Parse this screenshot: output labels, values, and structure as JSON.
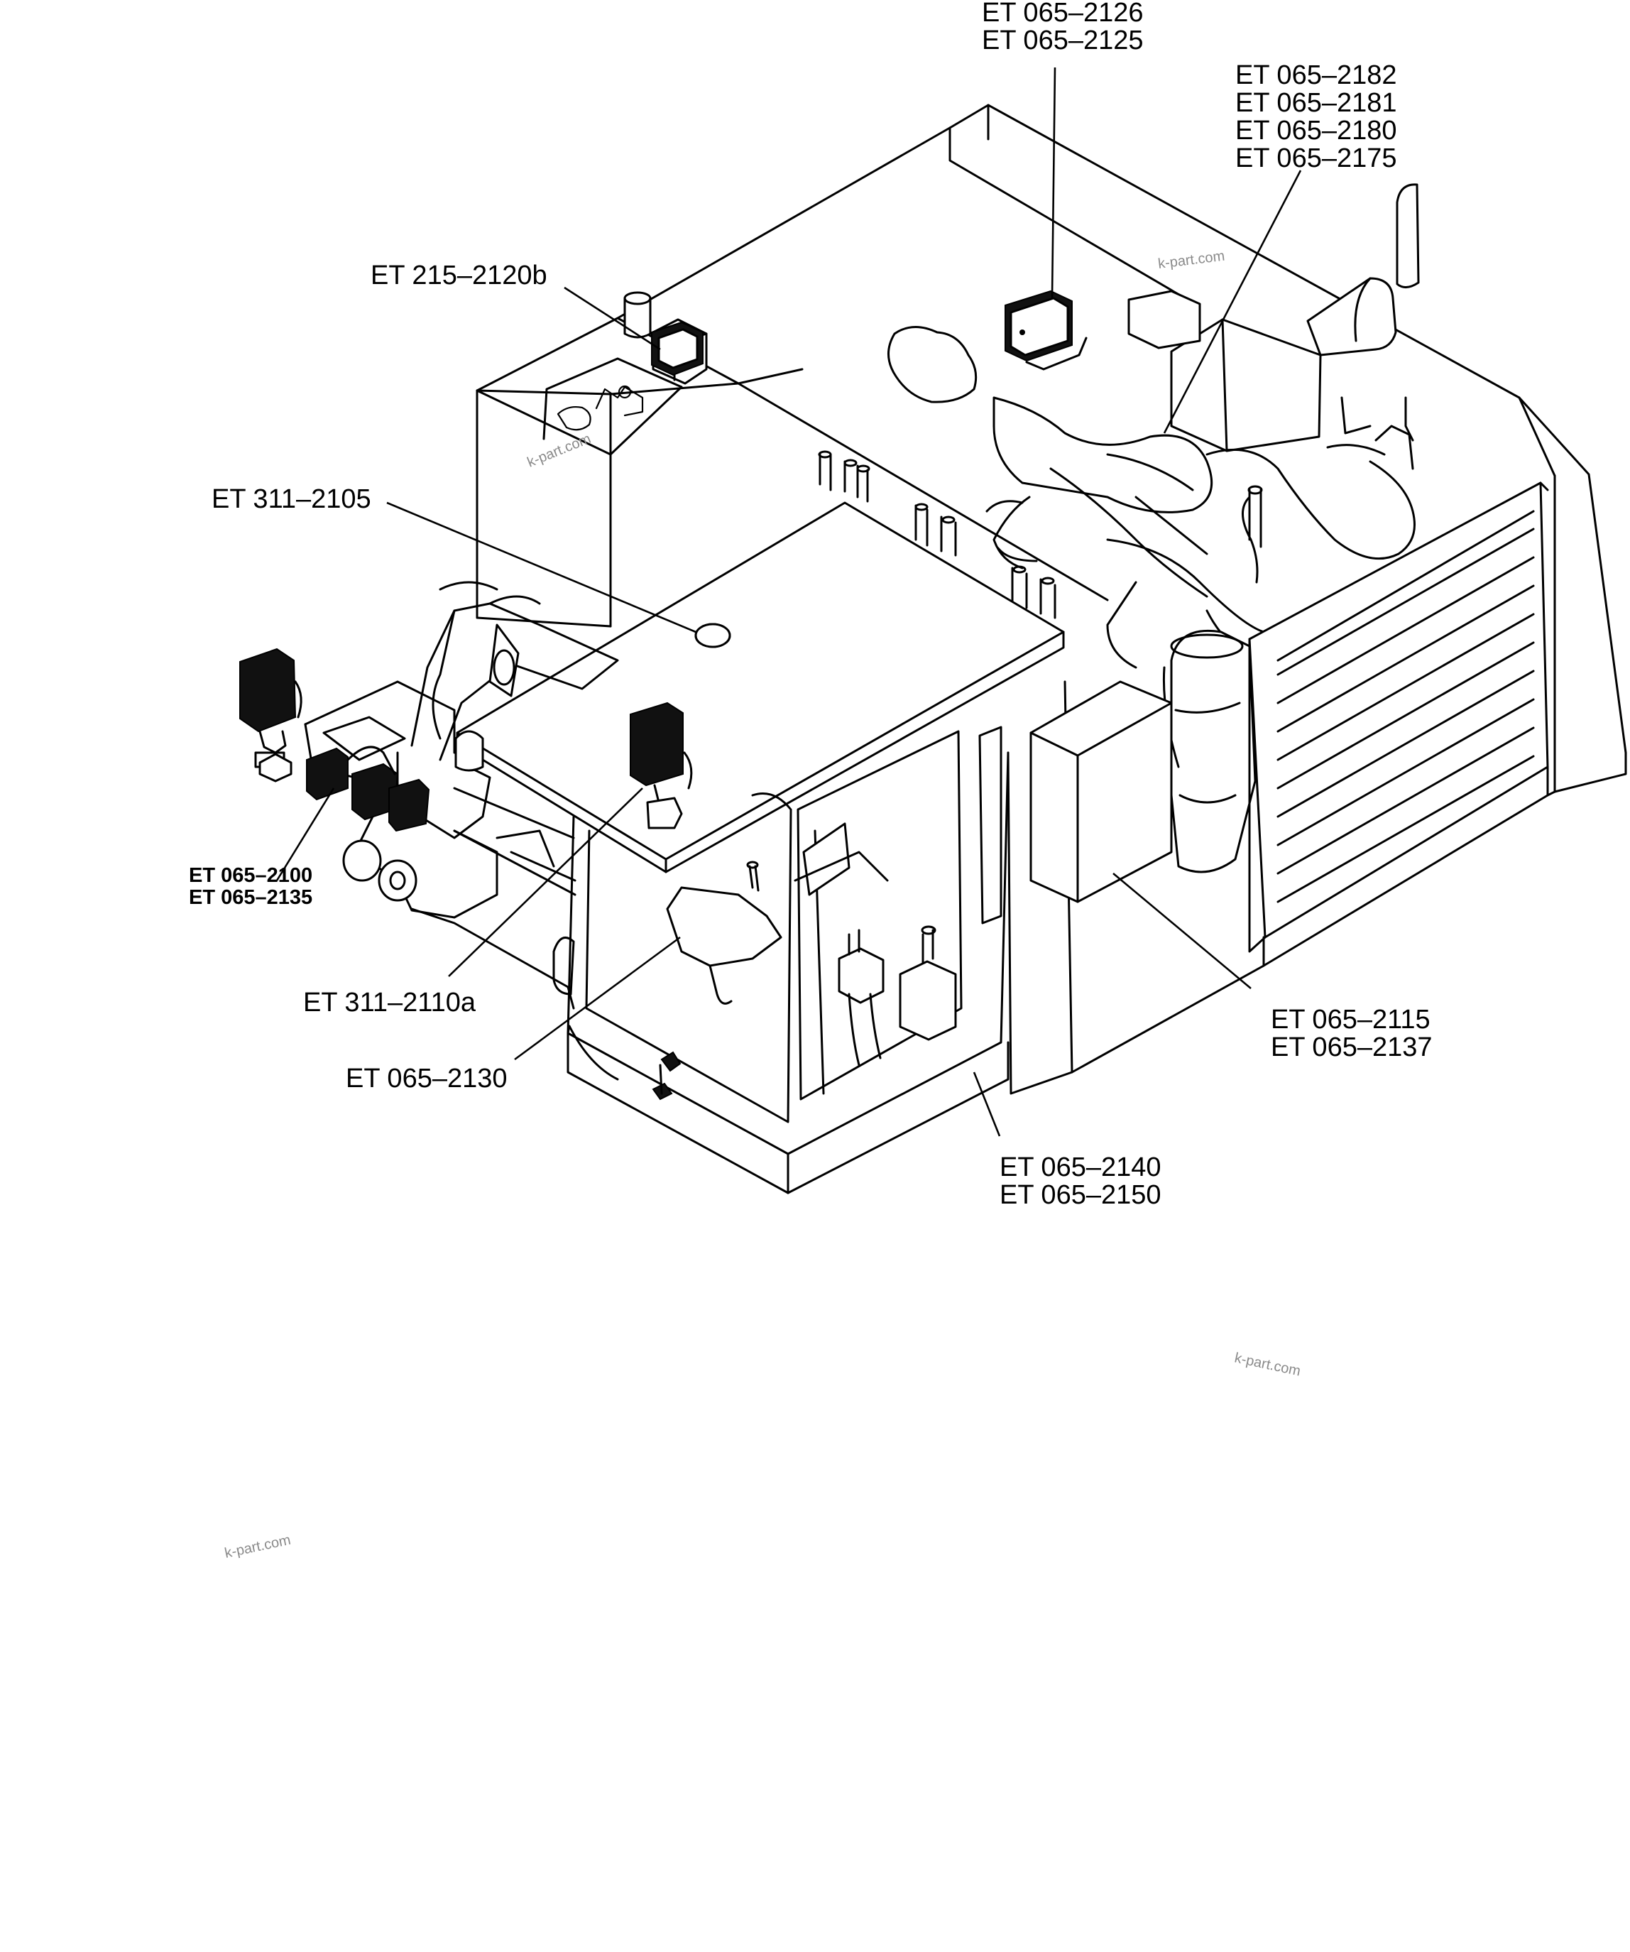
{
  "callouts": {
    "et_065_2126": "ET 065–2126",
    "et_065_2125": "ET 065–2125",
    "et_065_2182": "ET 065–2182",
    "et_065_2181": "ET 065–2181",
    "et_065_2180": "ET 065–2180",
    "et_065_2175": "ET 065–2175",
    "et_215_2120b": "ET 215–2120b",
    "et_311_2105": "ET 311–2105",
    "et_065_2100": "ET 065–2100",
    "et_065_2135": "ET 065–2135",
    "et_311_2110a": "ET 311–2110a",
    "et_065_2130": "ET 065–2130",
    "et_065_2115": "ET 065–2115",
    "et_065_2137": "ET 065–2137",
    "et_065_2140": "ET 065–2140",
    "et_065_2150": "ET 065–2150"
  },
  "watermarks": [
    "k-part.com",
    "k-part.com",
    "k-part.com",
    "k-part.com"
  ]
}
